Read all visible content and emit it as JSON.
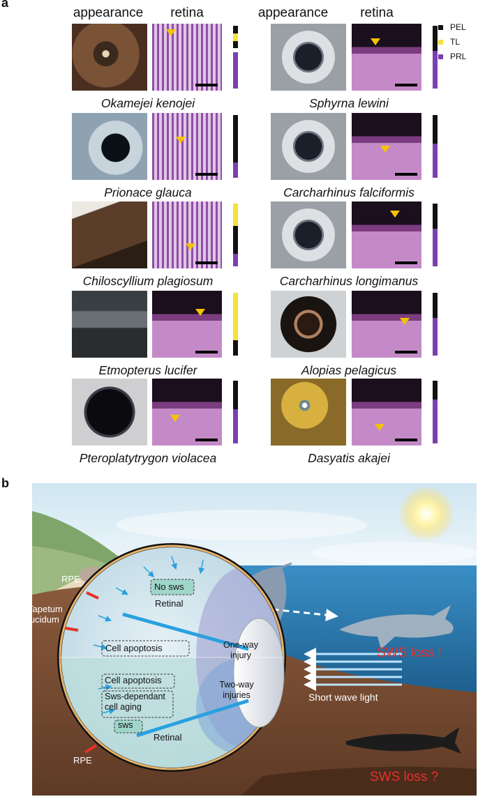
{
  "panel_a": {
    "letter": "a",
    "headers": {
      "appearance": "appearance",
      "retina": "retina"
    },
    "legend": [
      {
        "label": "PEL",
        "color": "#111111"
      },
      {
        "label": "TL",
        "color": "#f5e13a"
      },
      {
        "label": "PRL",
        "color": "#7b3fb0"
      }
    ],
    "species": [
      {
        "name": "Okamejei kenojei",
        "eye": "brown",
        "retina": "pink",
        "layers": [
          [
            "#111111",
            0.12
          ],
          [
            "#f5e13a",
            0.12
          ],
          [
            "#111111",
            0.12
          ],
          [
            "#ffffff",
            0.06
          ],
          [
            "#7b3fb0",
            0.58
          ]
        ]
      },
      {
        "name": "Sphyrna lewini",
        "eye": "grey",
        "retina": "purple",
        "layers": [
          [
            "#111111",
            0.4
          ],
          [
            "#7b3fb0",
            0.6
          ]
        ]
      },
      {
        "name": "Prionace glauca",
        "eye": "blue",
        "retina": "pink",
        "layers": [
          [
            "#111111",
            0.75
          ],
          [
            "#7b3fb0",
            0.25
          ]
        ]
      },
      {
        "name": "Carcharhinus falciformis",
        "eye": "grey",
        "retina": "purple",
        "layers": [
          [
            "#111111",
            0.45
          ],
          [
            "#7b3fb0",
            0.55
          ]
        ]
      },
      {
        "name": "Chiloscyllium plagiosum",
        "eye": "brownside",
        "retina": "pink",
        "layers": [
          [
            "#f5e13a",
            0.35
          ],
          [
            "#111111",
            0.45
          ],
          [
            "#7b3fb0",
            0.2
          ]
        ]
      },
      {
        "name": "Carcharhinus longimanus",
        "eye": "grey",
        "retina": "purple",
        "layers": [
          [
            "#111111",
            0.4
          ],
          [
            "#7b3fb0",
            0.6
          ]
        ]
      },
      {
        "name": "Etmopterus lucifer",
        "eye": "darkside",
        "retina": "purple",
        "layers": [
          [
            "#f5e13a",
            0.75
          ],
          [
            "#111111",
            0.25
          ]
        ]
      },
      {
        "name": "Alopias pelagicus",
        "eye": "dark",
        "retina": "purple",
        "layers": [
          [
            "#111111",
            0.4
          ],
          [
            "#7b3fb0",
            0.6
          ]
        ]
      },
      {
        "name": "Pteroplatytrygon violacea",
        "eye": "black",
        "retina": "purple",
        "layers": [
          [
            "#111111",
            0.45
          ],
          [
            "#7b3fb0",
            0.55
          ]
        ]
      },
      {
        "name": "Dasyatis akajei",
        "eye": "yellow",
        "retina": "purple",
        "layers": [
          [
            "#111111",
            0.3
          ],
          [
            "#7b3fb0",
            0.7
          ]
        ]
      }
    ]
  },
  "panel_b": {
    "letter": "b",
    "labels": {
      "rpe_top": "RPE",
      "tapetum": "Tapetum\nlucidum",
      "no_sws": "No sws",
      "retinal_top": "Retinal",
      "cell_apoptosis_top": "Cell apoptosis",
      "one_way": "One-way\ninjury",
      "cell_apoptosis_bottom": "Cell apoptosis",
      "sws_aging": "Sws-dependant\ncell aging",
      "sws": "sws",
      "two_way": "Two-way\ninjuries",
      "retinal_bottom": "Retinal",
      "rpe_bottom": "RPE",
      "short_wave": "Short wave light",
      "sws_loss_1": "SWS loss !",
      "sws_loss_2": "SWS loss ?"
    },
    "colors": {
      "loss_text": "#e8302a",
      "ray_arrow": "#2aa0e0"
    }
  }
}
